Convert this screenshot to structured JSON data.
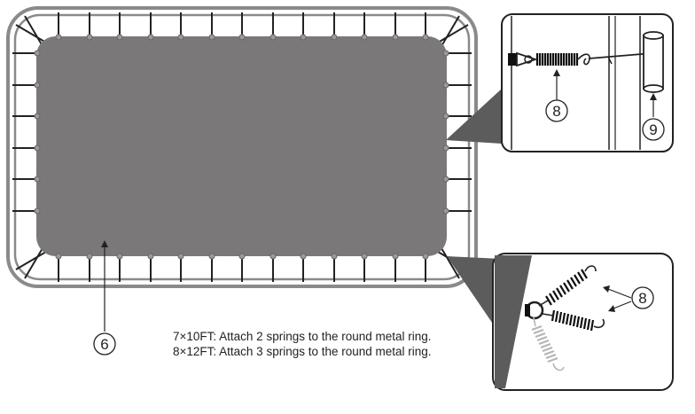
{
  "callouts": {
    "mat": "6",
    "spring_top": "8",
    "pole": "9",
    "spring_bottom": "8"
  },
  "notes": {
    "line1": "7×10FT: Attach 2 springs to the round metal ring.",
    "line2": "8×12FT: Attach 3 springs to the round metal ring."
  },
  "colors": {
    "mat": "#7b7879",
    "frame": "#8a8a8a",
    "pointer": "#5c5c5c",
    "line": "#222222"
  }
}
